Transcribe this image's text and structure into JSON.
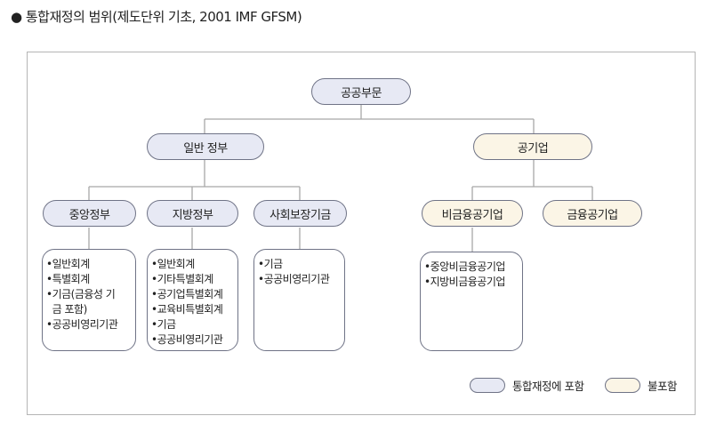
{
  "title": "● 통합재정의 범위(제도단위 기초, 2001 IMF GFSM)",
  "colors": {
    "included": "#e7e9f4",
    "excluded": "#fbf5e6",
    "border": "#6f7386"
  },
  "nodes": {
    "public_sector": "공공부문",
    "general_government": "일반 정부",
    "public_enterprise": "공기업",
    "central_government": "중앙정부",
    "local_government": "지방정부",
    "social_security": "사회보장기금",
    "non_financial": "비금융공기업",
    "financial": "금융공기업"
  },
  "details": {
    "central_government": [
      "•일반회계",
      "•특별회계",
      "•기금(금융성 기",
      "  금 포함)",
      "•공공비영리기관"
    ],
    "local_government": [
      "•일반회계",
      "•기타특별회계",
      "•공기업특별회계",
      "•교육비특별회계",
      "•기금",
      "•공공비영리기관"
    ],
    "social_security": [
      "•기금",
      "•공공비영리기관"
    ],
    "non_financial": [
      "•중앙비금융공기업",
      "•지방비금융공기업"
    ]
  },
  "legend": {
    "included": "통합재정에 포함",
    "excluded": "불포함"
  }
}
